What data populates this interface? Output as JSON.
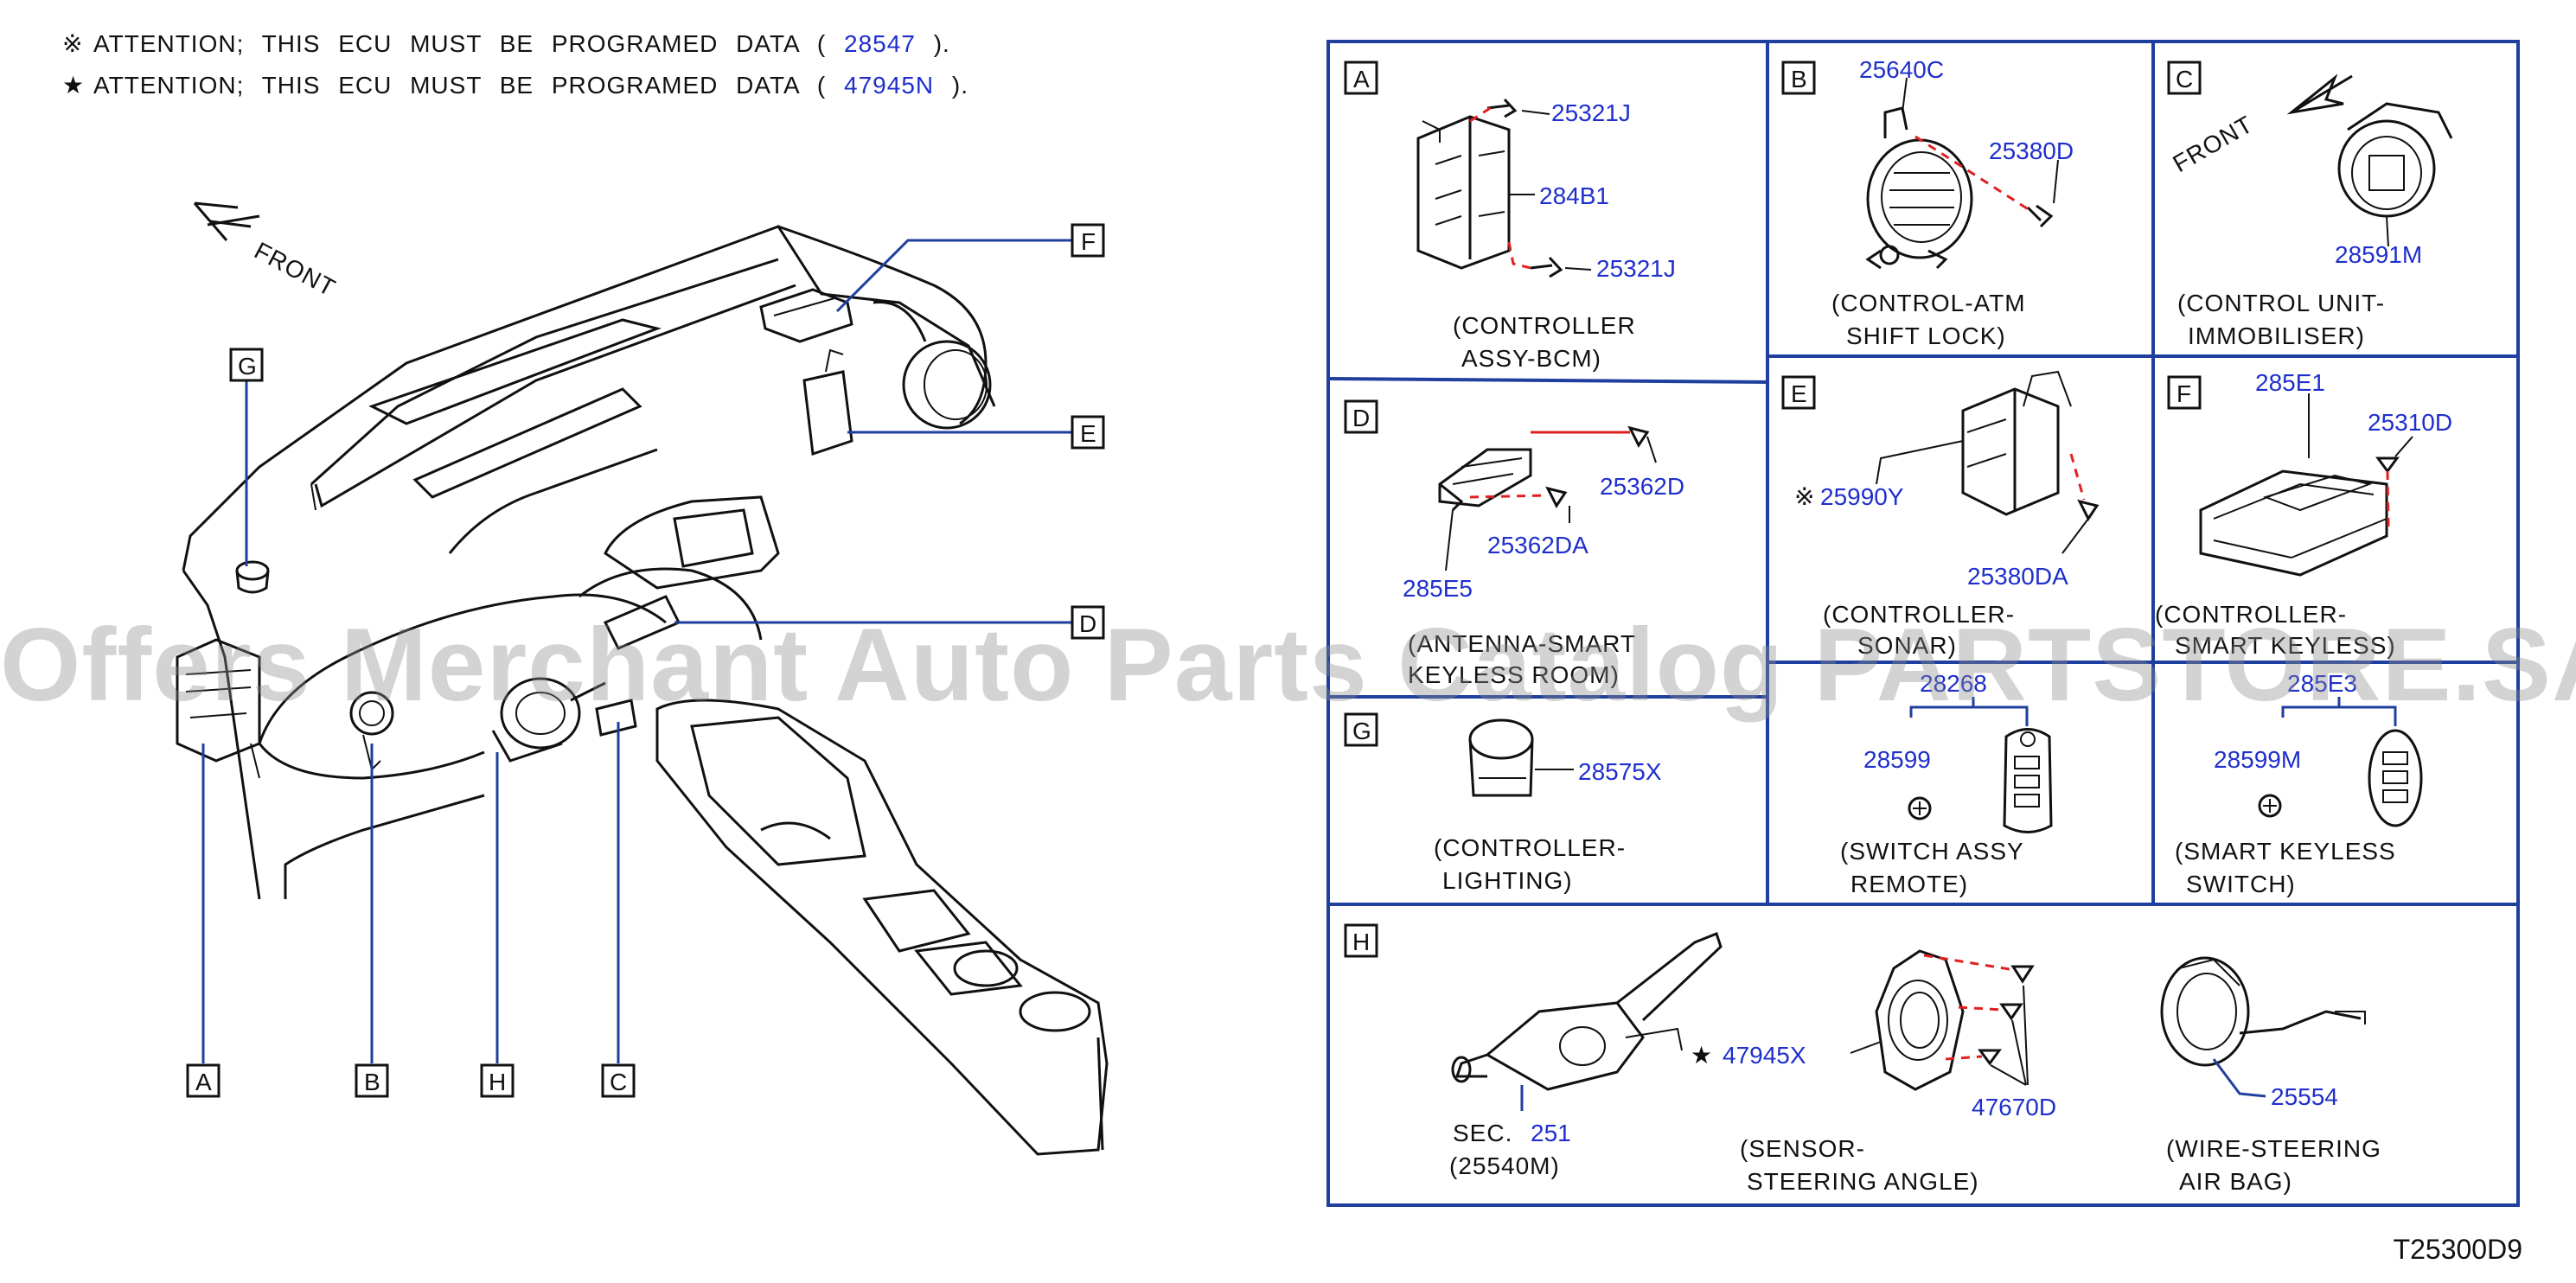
{
  "notes": [
    {
      "mark": "※",
      "prefix": "ATTENTION;  THIS  ECU  MUST  BE  PROGRAMED  DATA  (",
      "code": "28547",
      "suffix": ").",
      "name": "note-bcm"
    },
    {
      "mark": "★",
      "prefix": "ATTENTION;  THIS  ECU  MUST  BE  PROGRAMED  DATA  (",
      "code": "47945N",
      "suffix": ").",
      "name": "note-steering"
    }
  ],
  "overview": {
    "front_label": "FRONT",
    "callouts": [
      "A",
      "B",
      "C",
      "D",
      "E",
      "F",
      "G",
      "H"
    ]
  },
  "panels": {
    "A": {
      "label": "A",
      "parts": [
        "25321J",
        "284B1",
        "25321J"
      ],
      "caption": [
        "(CONTROLLER",
        "ASSY-BCM)"
      ]
    },
    "B": {
      "label": "B",
      "parts": [
        "25640C",
        "25380D"
      ],
      "caption": [
        "(CONTROL-ATM",
        "SHIFT   LOCK)"
      ]
    },
    "C": {
      "label": "C",
      "parts": [
        "28591M"
      ],
      "front": "FRONT",
      "caption": [
        "(CONTROL   UNIT-",
        "IMMOBILISER)"
      ]
    },
    "D": {
      "label": "D",
      "parts": [
        "25362D",
        "25362DA",
        "285E5"
      ],
      "caption": [
        "(ANTENNA-SMART",
        "KEYLESS ROOM)"
      ]
    },
    "E": {
      "label": "E",
      "parts": [
        "25990Y",
        "25380DA"
      ],
      "mark": "※",
      "caption": [
        "(CONTROLLER-",
        "SONAR)"
      ]
    },
    "F": {
      "label": "F",
      "parts": [
        "285E1",
        "25310D"
      ],
      "caption": [
        "(CONTROLLER-",
        "SMART KEYLESS)"
      ]
    },
    "G": {
      "label": "G",
      "parts": [
        "28575X"
      ],
      "caption": [
        "(CONTROLLER-",
        "LIGHTING)"
      ]
    },
    "G2": {
      "parts": [
        "28268",
        "28599"
      ],
      "caption": [
        "(SWITCH   ASSY",
        "REMOTE)"
      ]
    },
    "G3": {
      "parts": [
        "285E3",
        "28599M"
      ],
      "caption": [
        "(SMART   KEYLESS",
        "SWITCH)"
      ]
    },
    "H": {
      "label": "H",
      "sec_prefix": "SEC.",
      "sec_num": "251",
      "sec_part": "(25540M)",
      "mark": "★",
      "parts": [
        "47945X",
        "47670D",
        "25554"
      ],
      "captions": [
        [
          "(SENSOR-",
          "STEERING   ANGLE)"
        ],
        [
          "(WIRE-STEERING",
          "AIR   BAG)"
        ]
      ]
    }
  },
  "diagram_code": "T25300D9",
  "watermark": "Offers Merchant Auto Parts Catalog PARTSTORE.SA",
  "colors": {
    "link": "#1f2fcc",
    "frame": "#1f3f9e",
    "dash": "#e02020"
  }
}
